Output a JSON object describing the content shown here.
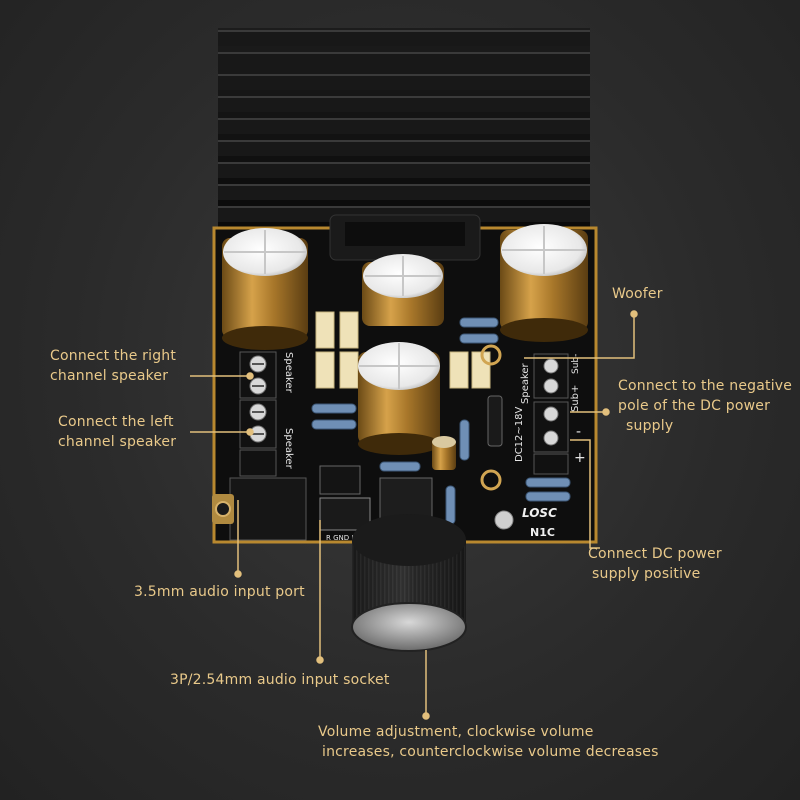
{
  "colors": {
    "accent_line": "#e2bf7c",
    "label_text": "#e9c98a",
    "background": "#2e2e2e",
    "pcb_black": "#0d0d0d",
    "gold": "#b8882f"
  },
  "labels": {
    "woofer": "Woofer",
    "right_speaker": [
      "Connect the right",
      "channel speaker"
    ],
    "left_speaker": [
      "Connect the left",
      "channel speaker"
    ],
    "dc_negative": [
      "Connect to the negative",
      "pole of the DC power",
      "supply"
    ],
    "dc_positive": [
      "Connect DC power",
      "supply positive"
    ],
    "audio_port": "3.5mm audio input port",
    "audio_socket": "3P/2.54mm audio input socket",
    "volume": [
      "Volume adjustment, clockwise volume",
      "increases, counterclockwise volume decreases"
    ]
  },
  "board": {
    "brand": "LOSC",
    "model": "N1C",
    "silk_speaker": "Speaker",
    "silk_voltage": "DC12~18V",
    "silk_sub_plus": "Sub+",
    "silk_sub_minus": "Sub-",
    "silk_minus": "-",
    "silk_plus": "+",
    "socket_pins": "R  GND  L"
  }
}
